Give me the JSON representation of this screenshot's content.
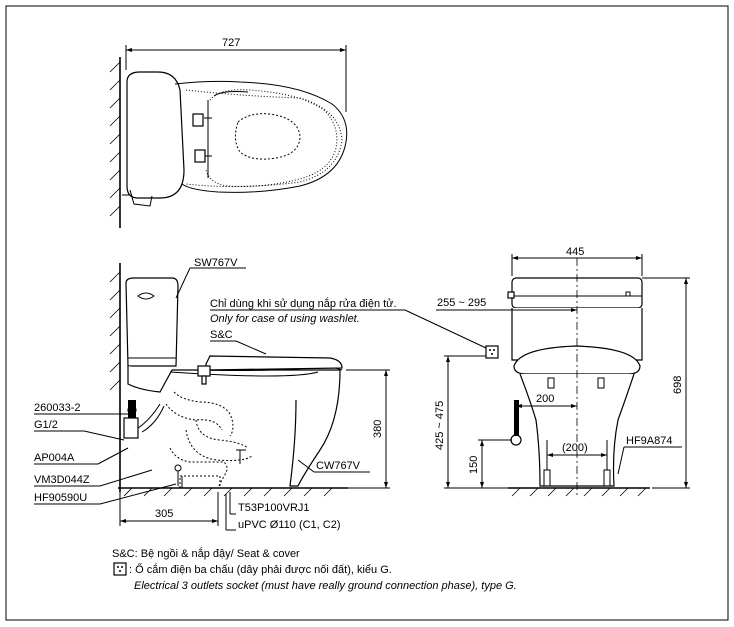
{
  "top_view": {
    "width_dim": "727"
  },
  "side_view": {
    "labels": {
      "tank_model": "SW767V",
      "seat_model": "S&C",
      "bowl_model": "CW767V",
      "part_260033": "260033-2",
      "part_g12": "G1/2",
      "part_ap004a": "AP004A",
      "part_vm3d044z": "VM3D044Z",
      "part_hf90590u": "HF90590U",
      "part_t53p": "T53P100VRJ1",
      "part_upvc": "uPVC Ø110 (C1, C2)"
    },
    "note_vi": "Chỉ dùng khi sử dụng nắp rửa điện tử.",
    "note_en": "Only for case of using washlet.",
    "dims": {
      "rim_height": "380",
      "outlet_offset": "305"
    }
  },
  "front_view": {
    "dims": {
      "width": "445",
      "socket_range": "255 ~ 295",
      "height": "698",
      "supply_offset": "200",
      "supply_height_range": "425 ~ 475",
      "supply_low": "150",
      "bolt_spacing": "(200)"
    },
    "labels": {
      "part_hf9a874": "HF9A874"
    }
  },
  "legend": {
    "line1": "S&C: Bệ ngồi & nắp đậy/ Seat & cover",
    "line2": ": Ổ cắm điện ba chấu (dây phải được nối đất), kiểu G.",
    "line3": "Electrical 3 outlets socket (must have really ground connection phase), type G."
  },
  "colors": {
    "ink": "#000000",
    "paper": "#ffffff"
  }
}
